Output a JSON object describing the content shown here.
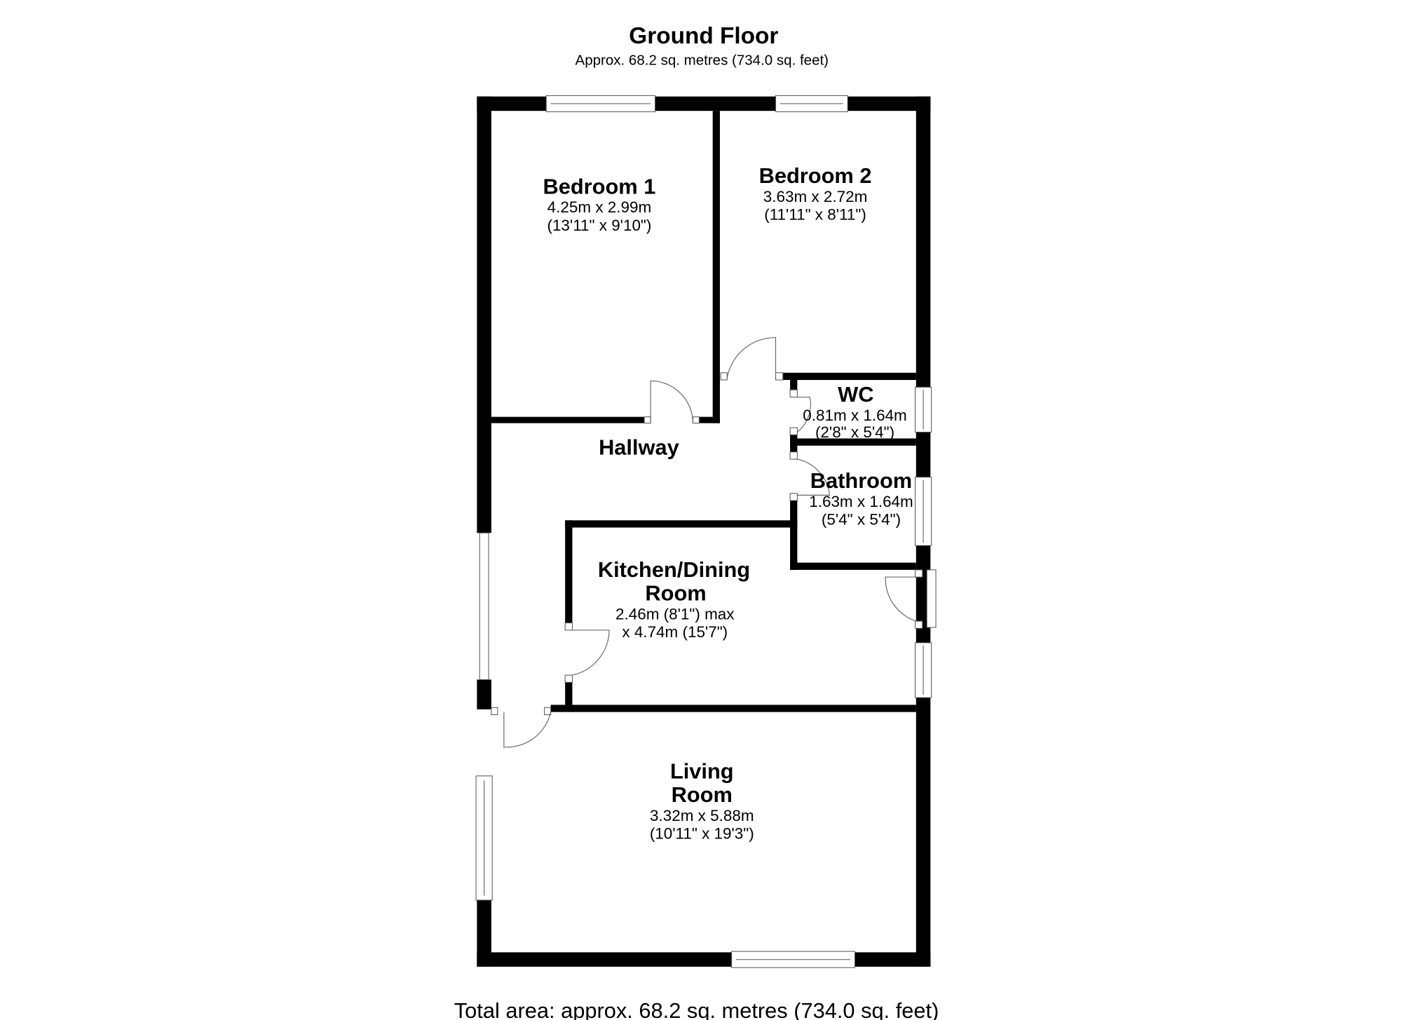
{
  "header": {
    "title": "Ground Floor",
    "subtitle": "Approx. 68.2 sq. metres (734.0 sq. feet)"
  },
  "rooms": {
    "bedroom1": {
      "name": "Bedroom 1",
      "metric": "4.25m x 2.99m",
      "imperial": "(13'11\" x 9'10\")"
    },
    "bedroom2": {
      "name": "Bedroom 2",
      "metric": "3.63m x 2.72m",
      "imperial": "(11'11\" x 8'11\")"
    },
    "wc": {
      "name": "WC",
      "metric": "0.81m x 1.64m",
      "imperial": "(2'8\" x 5'4\")"
    },
    "hallway": {
      "name": "Hallway"
    },
    "bathroom": {
      "name": "Bathroom",
      "metric": "1.63m x 1.64m",
      "imperial": "(5'4\" x 5'4\")"
    },
    "kitchen": {
      "name_line1": "Kitchen/Dining",
      "name_line2": "Room",
      "metric": "2.46m (8'1\") max",
      "imperial": "x 4.74m (15'7\")"
    },
    "living": {
      "name_line1": "Living",
      "name_line2": "Room",
      "metric": "3.32m x 5.88m",
      "imperial": "(10'11\" x 19'3\")"
    }
  },
  "footer": {
    "total": "Total area: approx. 68.2 sq. metres (734.0 sq. feet)"
  }
}
